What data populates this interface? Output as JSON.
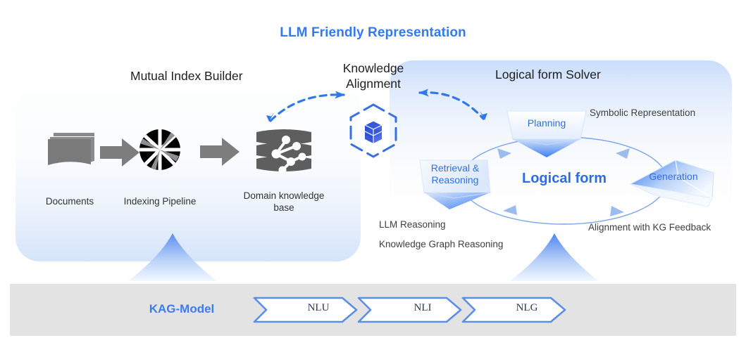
{
  "title": "LLM Friendly Representation",
  "sections": {
    "mutual_index_builder": "Mutual Index Builder",
    "knowledge_alignment": "Knowledge\nAlignment",
    "knowledge_alignment_line1": "Knowledge",
    "knowledge_alignment_line2": "Alignment",
    "logical_form_solver": "Logical form Solver"
  },
  "pipeline": {
    "steps": [
      {
        "id": "documents",
        "label": "Documents",
        "icon": "documents-stack-icon"
      },
      {
        "id": "indexing",
        "label": "Indexing Pipeline",
        "icon": "pinwheel-icon"
      },
      {
        "id": "knowledge_base",
        "label": "Domain knowledge base",
        "label_line1": "Domain knowledge",
        "label_line2": "base",
        "icon": "database-graph-icon"
      }
    ],
    "connector_icon": "block-arrow-right-icon"
  },
  "alignment": {
    "icon": "hex-cube-icon",
    "left_link_icon": "dashed-double-arrow-icon",
    "right_link_icon": "dashed-double-arrow-icon"
  },
  "solver": {
    "center_label": "Logical form",
    "nodes": [
      {
        "id": "planning",
        "label": "Planning"
      },
      {
        "id": "retrieval_reasoning",
        "label": "Retrieval &\nReasoning",
        "line1": "Retrieval &",
        "line2": "Reasoning"
      },
      {
        "id": "generation",
        "label": "Generation"
      }
    ],
    "annotations": [
      {
        "id": "symbolic_representation",
        "text": "Symbolic Representation"
      },
      {
        "id": "llm_reasoning",
        "text": "LLM Reasoning"
      },
      {
        "id": "knowledge_graph_reasoning",
        "text": "Knowledge Graph Reasoning"
      },
      {
        "id": "alignment_with_kg_feedback",
        "text": "Alignment with KG Feedback"
      }
    ],
    "cycle_icon": "cycle-ellipse-arrows-icon"
  },
  "footer": {
    "model_label": "KAG-Model",
    "stages": [
      {
        "id": "nlu",
        "label": "NLU"
      },
      {
        "id": "nli",
        "label": "NLI"
      },
      {
        "id": "nlg",
        "label": "NLG"
      }
    ],
    "chevron_icon": "chevron-right-icon"
  },
  "colors": {
    "accent_blue": "#337af0",
    "node_blue": "#2f6fe4",
    "logical_form_blue": "#2a6ee0",
    "icon_gray": "#6e6e6e",
    "panel_blue": "#c9ddfa",
    "band_gray": "#e4e3e4",
    "chevron_stroke": "#5b8ee8",
    "text_dark": "#262626"
  }
}
